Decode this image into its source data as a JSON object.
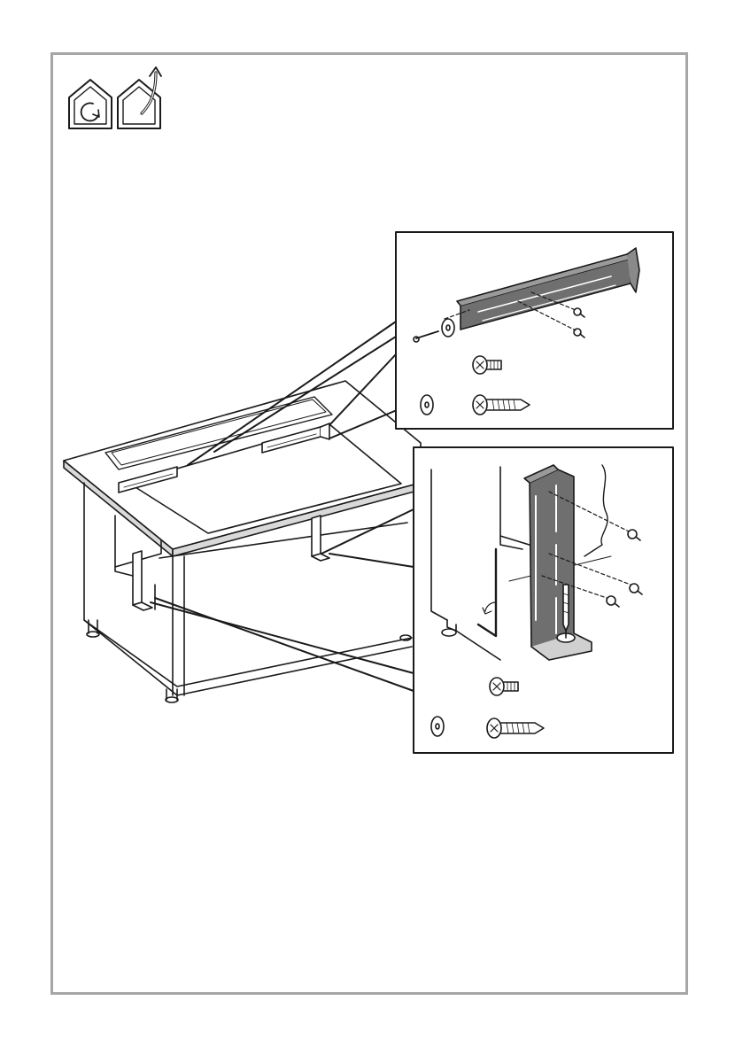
{
  "page": {
    "frame_color": "#a6a6a6",
    "background": "#ffffff"
  },
  "icons": {
    "header": [
      "recirculation-mode-icon",
      "extraction-mode-icon"
    ]
  },
  "illustration": {
    "subject": "worktop-with-downdraft-hood-and-support-brackets",
    "detail_callouts": [
      "top-bracket-detail",
      "vertical-bracket-detail"
    ],
    "hardware": [
      "machine-screw-icon",
      "wall-plug-icon",
      "wood-screw-icon"
    ]
  },
  "colors": {
    "line": "#1a1a1a",
    "bracket_fill": "#6f6f6f",
    "worktop_edge": "#d9d9d9"
  }
}
